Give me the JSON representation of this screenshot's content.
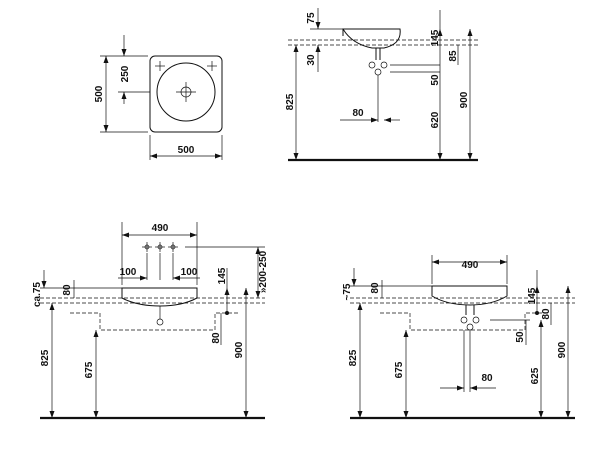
{
  "views": {
    "top_view": {
      "dim_width": "500",
      "dim_depth": "500",
      "dim_center": "250"
    },
    "side_view": {
      "dim_top_offset": "75",
      "dim_rim": "30",
      "dim_basin_depth": "145",
      "dim_85": "85",
      "dim_50": "50",
      "dim_80": "80",
      "dim_825": "825",
      "dim_620": "620",
      "dim_900": "900"
    },
    "front_view_left": {
      "dim_width": "490",
      "dim_tap_spacing_left": "100",
      "dim_tap_spacing_right": "100",
      "dim_145": "145",
      "dim_tap_height": "»200-250",
      "dim_ca75": "ca.75",
      "dim_80_top": "80",
      "dim_80_right": "80",
      "dim_825": "825",
      "dim_675": "675",
      "dim_900": "900"
    },
    "front_view_right": {
      "dim_width": "490",
      "dim_75": "~75",
      "dim_80_top": "80",
      "dim_145": "145",
      "dim_80_right": "80",
      "dim_50": "50",
      "dim_80_bottom": "80",
      "dim_825": "825",
      "dim_675": "675",
      "dim_625": "625",
      "dim_900": "900"
    }
  }
}
